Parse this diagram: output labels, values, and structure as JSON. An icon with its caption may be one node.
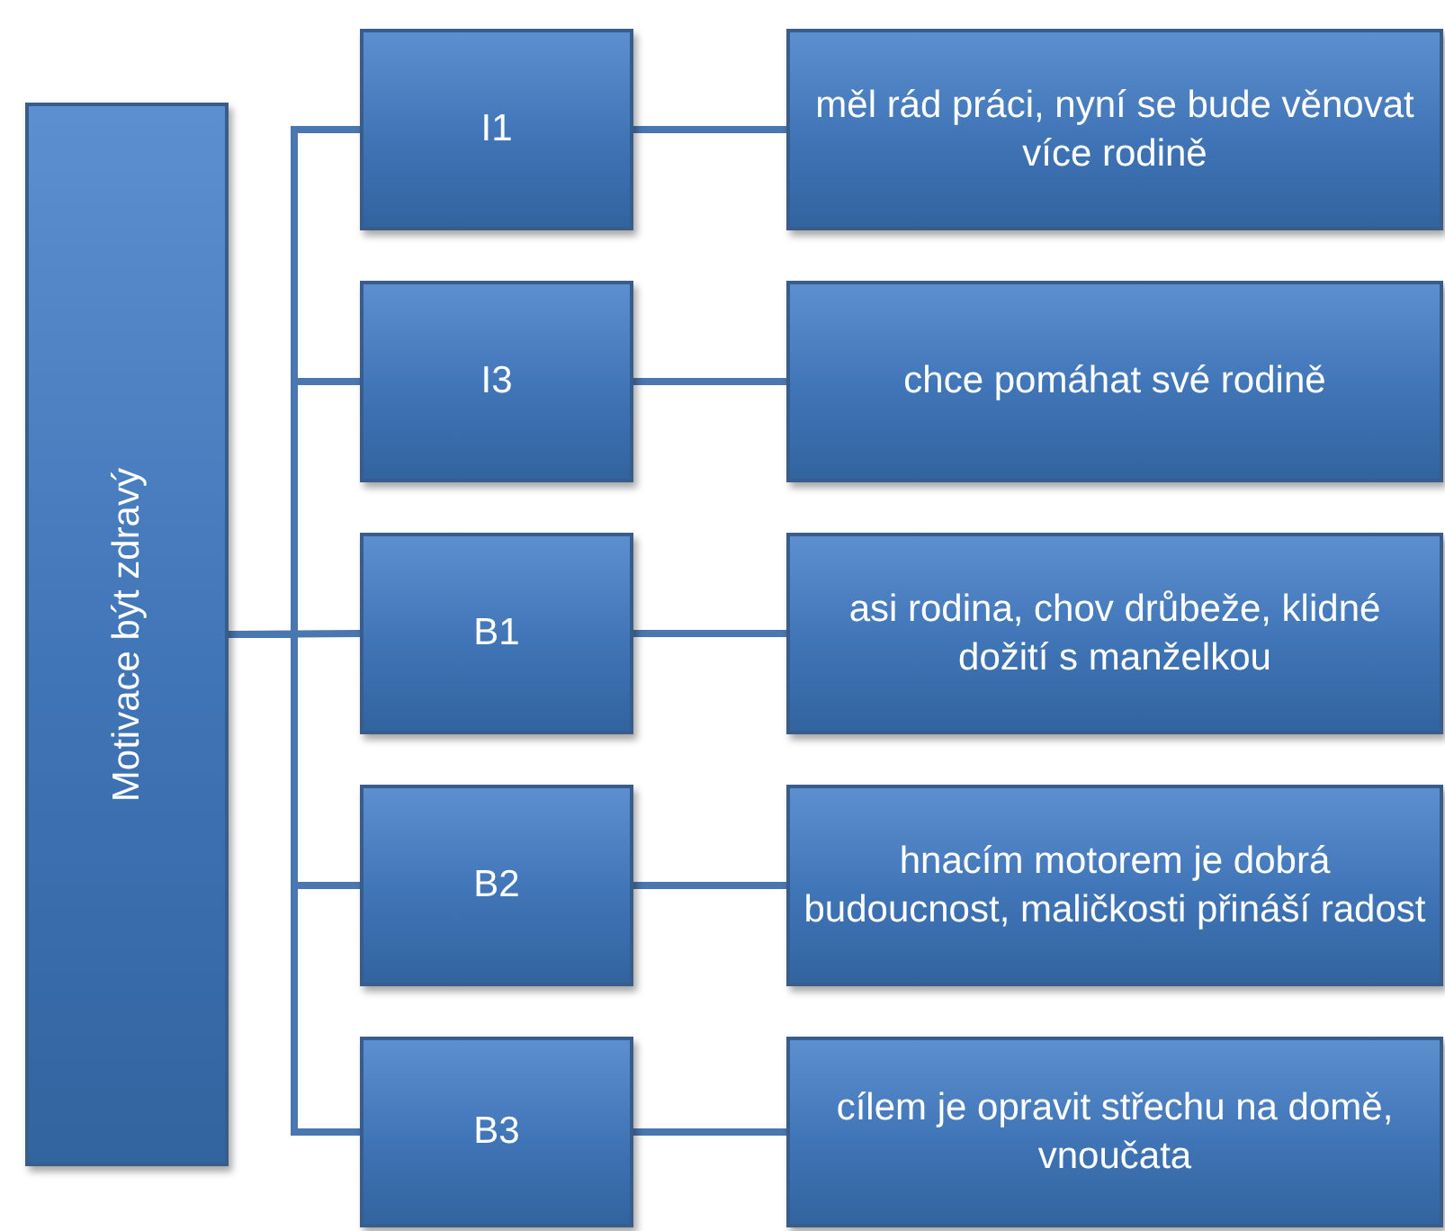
{
  "diagram": {
    "nodes": [
      {
        "text": [
          "Motivace být zdravý"
        ]
      },
      {
        "text": [
          "I1"
        ]
      },
      {
        "text": [
          "měl rád práci, nyní se bude věnovat více rodině"
        ]
      },
      {
        "text": [
          "I3"
        ]
      },
      {
        "text": [
          "chce pomáhat své rodině"
        ]
      },
      {
        "text": [
          "B1"
        ]
      },
      {
        "text": [
          "asi rodina, chov drůbeže, klidné dožití s manželkou"
        ]
      },
      {
        "text": [
          "B2"
        ]
      },
      {
        "text": [
          "hnacím motorem je dobrá budoucnost, maličkosti přináší radost"
        ]
      },
      {
        "text": [
          "B3"
        ]
      },
      {
        "text": [
          "cílem je opravit střechu na domě, vnoučata"
        ]
      }
    ],
    "edges": [
      {
        "from": 0,
        "to": 1,
        "arrow": "none"
      },
      {
        "from": 0,
        "to": 3,
        "arrow": "none"
      },
      {
        "from": 0,
        "to": 5,
        "arrow": "none"
      },
      {
        "from": 0,
        "to": 7,
        "arrow": "none"
      },
      {
        "from": 0,
        "to": 9,
        "arrow": "none"
      },
      {
        "from": 1,
        "to": 2,
        "arrow": "none"
      },
      {
        "from": 3,
        "to": 4,
        "arrow": "none"
      },
      {
        "from": 5,
        "to": 6,
        "arrow": "none"
      },
      {
        "from": 7,
        "to": 8,
        "arrow": "none"
      },
      {
        "from": 9,
        "to": 10,
        "arrow": "none"
      }
    ]
  }
}
